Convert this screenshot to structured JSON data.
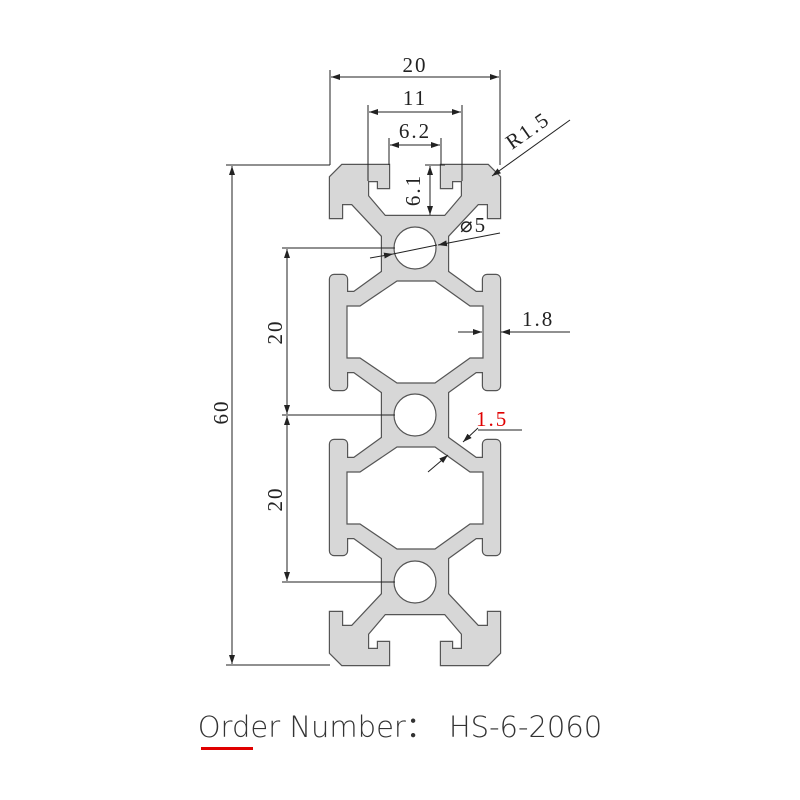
{
  "title": "Aluminum extrusion profile cross-section",
  "dimensions": {
    "width_total": "20",
    "slot_inner_width": "11",
    "slot_opening": "6.2",
    "slot_depth": "6.1",
    "corner_radius": "R1.5",
    "hole_diameter": "⌀5",
    "wall_thickness": "1.8",
    "web_thickness": "1.5",
    "height_total": "60",
    "pitch_1": "20",
    "pitch_2": "20"
  },
  "order": {
    "label": "Order Number：",
    "value": "HS-6-2060"
  },
  "colors": {
    "profile_fill": "#d7d7d7",
    "outline": "#555555",
    "highlight": "#e00000"
  }
}
